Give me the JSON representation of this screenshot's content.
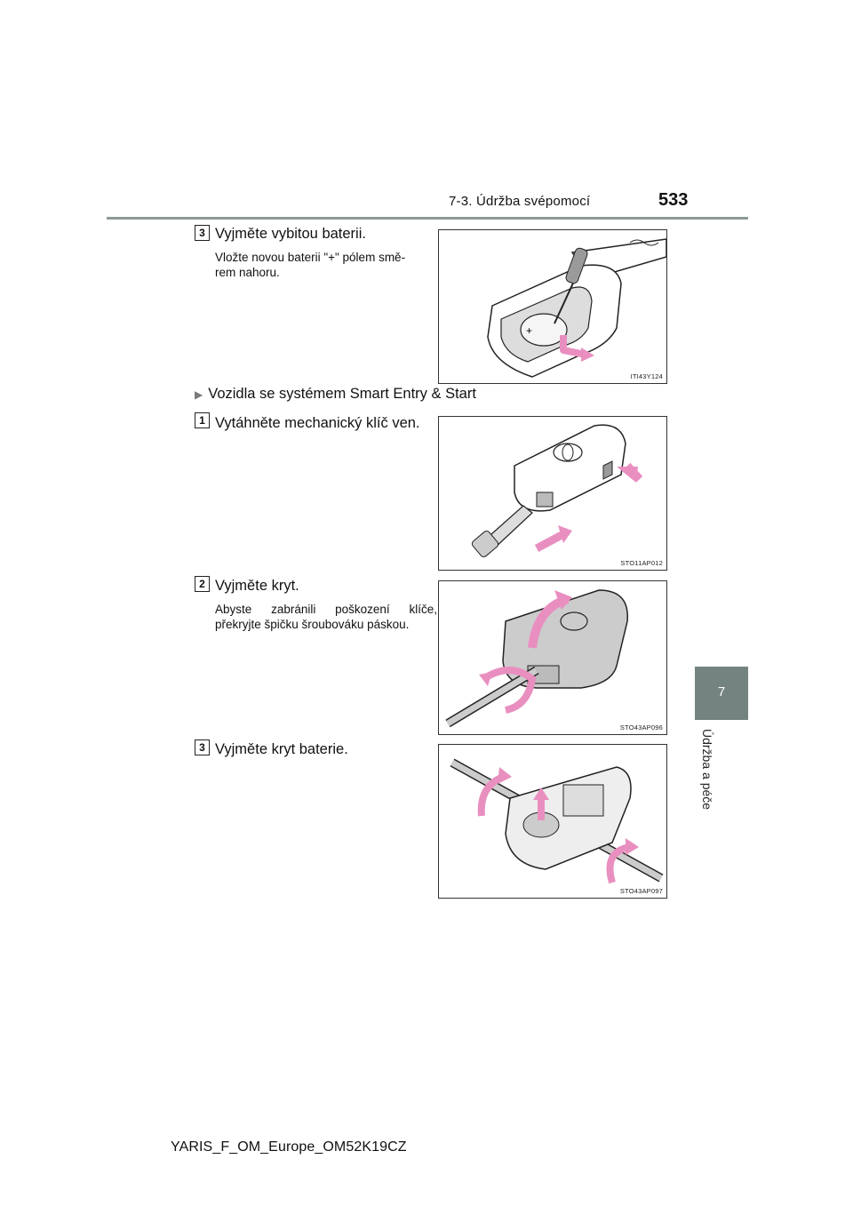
{
  "header": {
    "section_title": "7-3. Údržba svépomocí",
    "page_number": "533"
  },
  "side_tab": {
    "chapter_number": "7",
    "chapter_label": "Údržba a péče"
  },
  "steps": [
    {
      "num": "3",
      "text": "Vyjměte vybitou baterii.",
      "note": "Vložte novou baterii \"+\" pólem smě-\nrem nahoru.",
      "figure_code": "ITI43Y124"
    },
    {
      "num": "1",
      "text": "Vytáhněte mechanický klíč ven.",
      "figure_code": "STO11AP012"
    },
    {
      "num": "2",
      "text": "Vyjměte kryt.",
      "note": "Abyste zabránili poškození klíče, překryjte špičku šroubováku páskou.",
      "figure_code": "STO43AP096"
    },
    {
      "num": "3",
      "text": "Vyjměte kryt baterie.",
      "figure_code": "STO43AP097"
    }
  ],
  "sub_heading": "Vozidla se systémem Smart Entry & Start",
  "footer": "YARIS_F_OM_Europe_OM52K19CZ",
  "colors": {
    "rule": "#8c9996",
    "tab": "#738480",
    "arrow": "#e98fc0",
    "key": "#c9c9c9"
  },
  "icons": {
    "bullet": "triangle-right-icon"
  }
}
